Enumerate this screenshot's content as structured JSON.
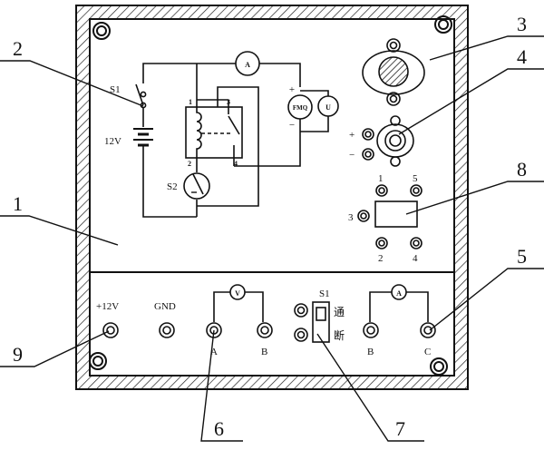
{
  "callouts": [
    "1",
    "2",
    "3",
    "4",
    "5",
    "6",
    "7",
    "8",
    "9"
  ],
  "circuit": {
    "battery": "12V",
    "switch1": "S1",
    "switch2": "S2",
    "ammeter": "A",
    "voltmeter": "U",
    "buzzer": "FMQ",
    "relay_pins": [
      "1",
      "2",
      "3",
      "4"
    ],
    "plus": "+",
    "minus": "−"
  },
  "component4": {
    "plus": "+",
    "minus": "−"
  },
  "component8": {
    "pins": [
      "1",
      "5",
      "3",
      "2",
      "4"
    ]
  },
  "bottom_panel": {
    "power_label": "+12V",
    "gnd_label": "GND",
    "voltmeter": "V",
    "v_terminal_a": "A",
    "v_terminal_b": "B",
    "switch_label": "S1",
    "switch_on": "通",
    "switch_off": "断",
    "ammeter": "A",
    "a_terminal_b": "B",
    "a_terminal_c": "C"
  }
}
